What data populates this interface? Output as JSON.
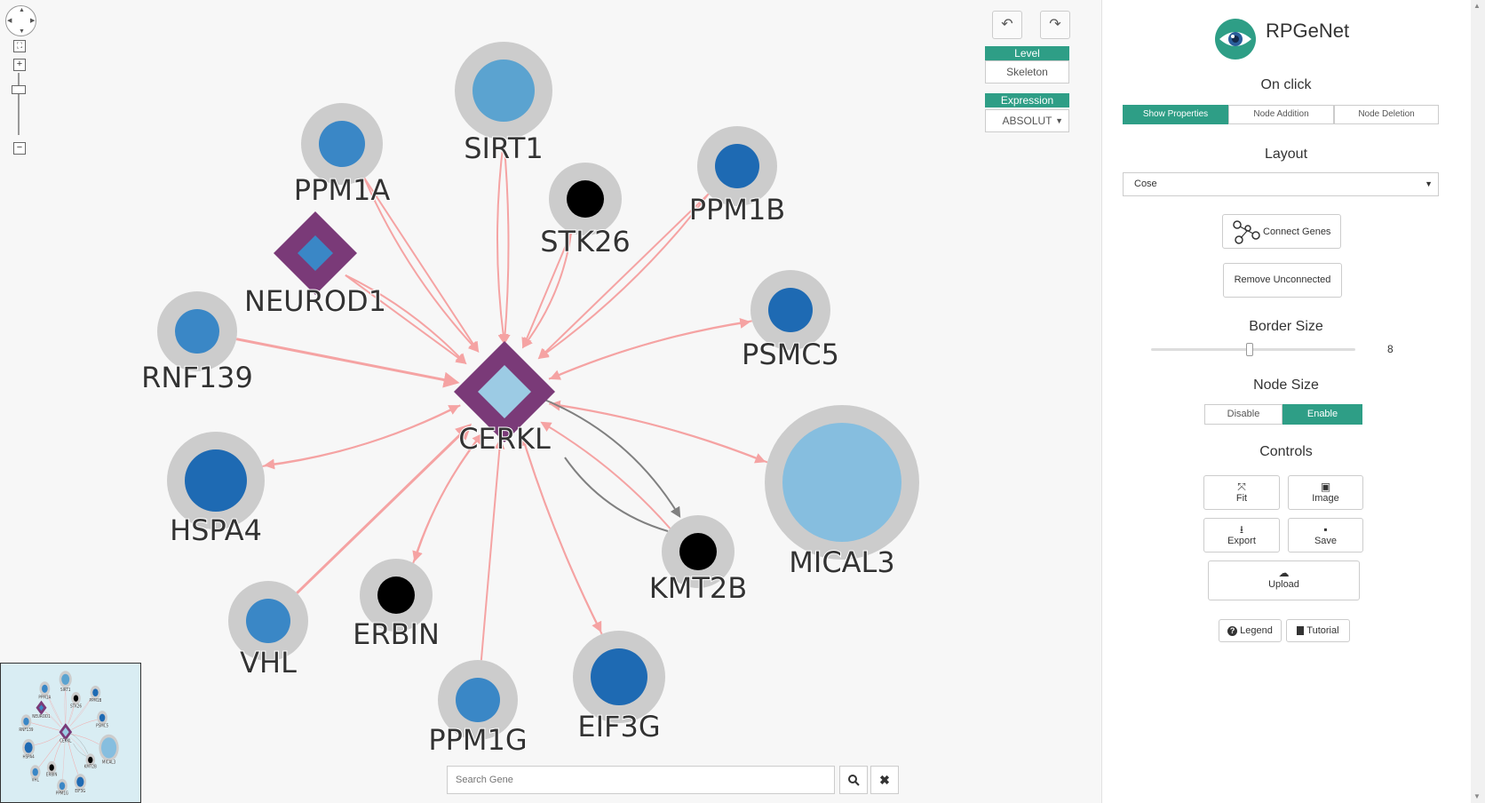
{
  "graph": {
    "center": {
      "label": "CERKL",
      "shape": "diamond"
    },
    "nodes": [
      {
        "id": "SIRT1",
        "label": "SIRT1",
        "color": "#5ba3d0"
      },
      {
        "id": "PPM1A",
        "label": "PPM1A",
        "color": "#3a87c6"
      },
      {
        "id": "STK26",
        "label": "STK26",
        "color": "#000000"
      },
      {
        "id": "PPM1B",
        "label": "PPM1B",
        "color": "#1e6ab3"
      },
      {
        "id": "NEUROD1",
        "label": "NEUROD1",
        "color": "#3a87c6",
        "shape": "diamond"
      },
      {
        "id": "PSMC5",
        "label": "PSMC5",
        "color": "#1e6ab3"
      },
      {
        "id": "RNF139",
        "label": "RNF139",
        "color": "#3a87c6"
      },
      {
        "id": "HSPA4",
        "label": "HSPA4",
        "color": "#1e6ab3"
      },
      {
        "id": "MICAL3",
        "label": "MICAL3",
        "color": "#86bedf"
      },
      {
        "id": "KMT2B",
        "label": "KMT2B",
        "color": "#000000"
      },
      {
        "id": "ERBIN",
        "label": "ERBIN",
        "color": "#000000"
      },
      {
        "id": "VHL",
        "label": "VHL",
        "color": "#3a87c6"
      },
      {
        "id": "PPM1G",
        "label": "PPM1G",
        "color": "#3a87c6"
      },
      {
        "id": "EIF3G",
        "label": "EIF3G",
        "color": "#1e6ab3"
      }
    ]
  },
  "colors": {
    "accent": "#2e9e86",
    "edge": "#f5a3a3",
    "edge_dark": "#808080",
    "node_border": "#cccccc",
    "center_border": "#7a3a78",
    "center_fill": "#9ccbe4"
  },
  "toolbar": {
    "level_label": "Level",
    "level_value": "Skeleton",
    "expression_label": "Expression",
    "expression_value": "ABSOLUT"
  },
  "search": {
    "placeholder": "Search Gene"
  },
  "panel": {
    "brand": "RPGeNet",
    "on_click_title": "On click",
    "on_click_options": [
      "Show Properties",
      "Node Addition",
      "Node Deletion"
    ],
    "on_click_selected": "Show Properties",
    "layout_title": "Layout",
    "layout_value": "Cose",
    "connect_genes": "Connect Genes",
    "remove_unconnected": "Remove Unconnected",
    "border_size_title": "Border Size",
    "border_size_value": "8",
    "node_size_title": "Node Size",
    "node_size_options": [
      "Disable",
      "Enable"
    ],
    "node_size_selected": "Enable",
    "controls_title": "Controls",
    "controls": {
      "fit": "Fit",
      "image": "Image",
      "export": "Export",
      "save": "Save",
      "upload": "Upload"
    },
    "legend": "Legend",
    "tutorial": "Tutorial"
  }
}
